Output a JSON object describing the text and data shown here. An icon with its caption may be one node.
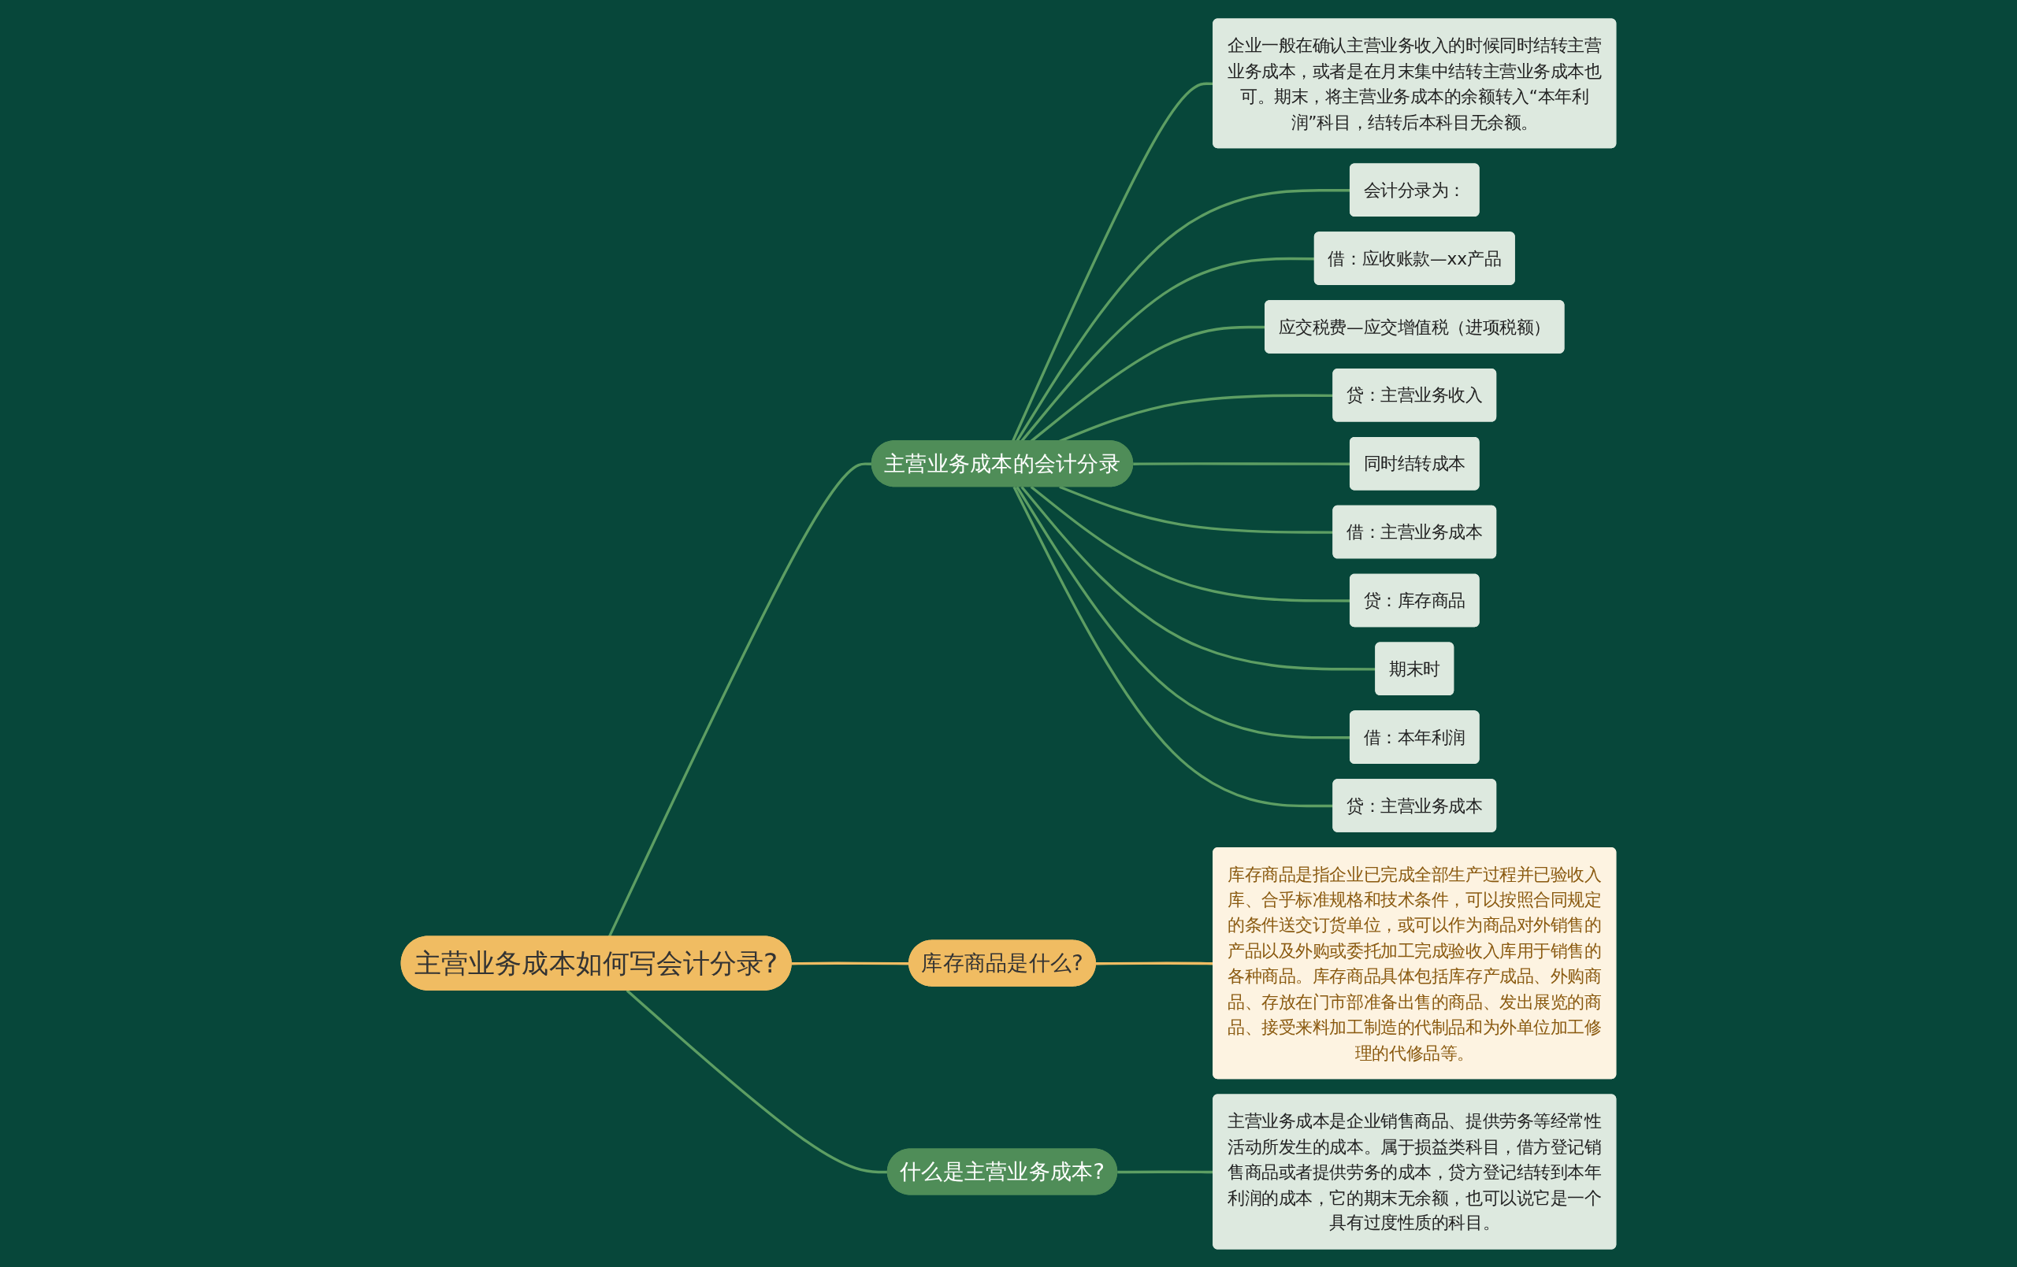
{
  "diagram": {
    "nodes": [
      {
        "text": [
          "主营业务成本如何写会计分录?"
        ]
      },
      {
        "text": [
          "主营业务成本的会计分录"
        ]
      },
      {
        "text": [
          "企业一般在确认主营业务收入的时候同时结转主营业务成本，或者是在月末集中结转主营业务成本也可。期末，将主营业务成本的余额转入“本年利润”科目，结转后本科目无余额。"
        ]
      },
      {
        "text": [
          "会计分录为："
        ]
      },
      {
        "text": [
          "借：应收账款—xx产品"
        ]
      },
      {
        "text": [
          "应交税费—应交增值税（进项税额）"
        ]
      },
      {
        "text": [
          "贷：主营业务收入"
        ]
      },
      {
        "text": [
          "同时结转成本"
        ]
      },
      {
        "text": [
          "借：主营业务成本"
        ]
      },
      {
        "text": [
          "贷：库存商品"
        ]
      },
      {
        "text": [
          "期末时"
        ]
      },
      {
        "text": [
          "借：本年利润"
        ]
      },
      {
        "text": [
          "贷：主营业务成本"
        ]
      },
      {
        "text": [
          "库存商品是什么?"
        ]
      },
      {
        "text": [
          "库存商品是指企业已完成全部生产过程并已验收入库、合乎标准规格和技术条件，可以按照合同规定的条件送交订货单位，或可以作为商品对外销售的产品以及外购或委托加工完成验收入库用于销售的各种商品。库存商品具体包括库存产成品、外购商品、存放在门市部准备出售的商品、发出展览的商品、接受来料加工制造的代制品和为外单位加工修理的代修品等。"
        ]
      },
      {
        "text": [
          "什么是主营业务成本?"
        ]
      },
      {
        "text": [
          "主营业务成本是企业销售商品、提供劳务等经常性活动所发生的成本。属于损益类科目，借方登记销售商品或者提供劳务的成本，贷方登记结转到本年利润的成本，它的期末无余额，也可以说它是一个具有过度性质的科目。"
        ]
      }
    ],
    "edges": [
      {
        "from": 0,
        "to": 1,
        "arrow": "none"
      },
      {
        "from": 1,
        "to": 2,
        "arrow": "none"
      },
      {
        "from": 1,
        "to": 3,
        "arrow": "none"
      },
      {
        "from": 1,
        "to": 4,
        "arrow": "none"
      },
      {
        "from": 1,
        "to": 5,
        "arrow": "none"
      },
      {
        "from": 1,
        "to": 6,
        "arrow": "none"
      },
      {
        "from": 1,
        "to": 7,
        "arrow": "none"
      },
      {
        "from": 1,
        "to": 8,
        "arrow": "none"
      },
      {
        "from": 1,
        "to": 9,
        "arrow": "none"
      },
      {
        "from": 1,
        "to": 10,
        "arrow": "none"
      },
      {
        "from": 1,
        "to": 11,
        "arrow": "none"
      },
      {
        "from": 1,
        "to": 12,
        "arrow": "none"
      },
      {
        "from": 0,
        "to": 13,
        "arrow": "none",
        "color": "#f0bc62"
      },
      {
        "from": 13,
        "to": 14,
        "arrow": "none",
        "color": "#f0bc62"
      },
      {
        "from": 0,
        "to": 15,
        "arrow": "none"
      },
      {
        "from": 15,
        "to": 16,
        "arrow": "none"
      }
    ]
  }
}
